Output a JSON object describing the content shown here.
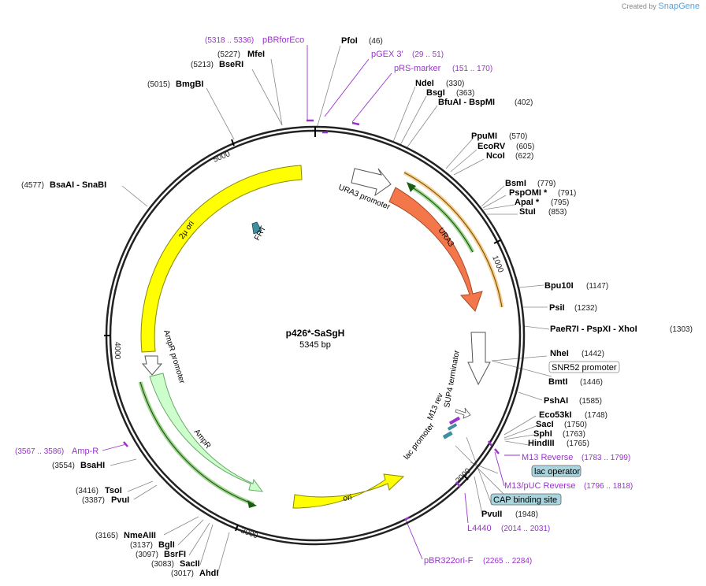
{
  "credit": {
    "prefix": "Created by",
    "brand": "SnapGene"
  },
  "plasmid": {
    "name": "p426*-SaSgH",
    "size_label": "5345 bp"
  },
  "ticks": [
    "1000",
    "2000",
    "3000",
    "4000",
    "5000"
  ],
  "enzymes": [
    {
      "name": "PfoI",
      "pos": "(46)"
    },
    {
      "name": "MfeI",
      "pos": "(5227)"
    },
    {
      "name": "BseRI",
      "pos": "(5213)"
    },
    {
      "name": "BmgBI",
      "pos": "(5015)"
    },
    {
      "name": "NdeI",
      "pos": "(330)"
    },
    {
      "name": "BsgI",
      "pos": "(363)"
    },
    {
      "name": "BfuAI - BspMI",
      "pos": "(402)"
    },
    {
      "name": "PpuMI",
      "pos": "(570)"
    },
    {
      "name": "EcoRV",
      "pos": "(605)"
    },
    {
      "name": "NcoI",
      "pos": "(622)"
    },
    {
      "name": "BsmI",
      "pos": "(779)"
    },
    {
      "name": "PspOMI *",
      "pos": "(791)"
    },
    {
      "name": "ApaI *",
      "pos": "(795)"
    },
    {
      "name": "StuI",
      "pos": "(853)"
    },
    {
      "name": "Bpu10I",
      "pos": "(1147)"
    },
    {
      "name": "PsiI",
      "pos": "(1232)"
    },
    {
      "name": "PaeR7I - PspXI - XhoI",
      "pos": "(1303)"
    },
    {
      "name": "NheI",
      "pos": "(1442)"
    },
    {
      "name": "BmtI",
      "pos": "(1446)"
    },
    {
      "name": "PshAI",
      "pos": "(1585)"
    },
    {
      "name": "Eco53kI",
      "pos": "(1748)"
    },
    {
      "name": "SacI",
      "pos": "(1750)"
    },
    {
      "name": "SphI",
      "pos": "(1763)"
    },
    {
      "name": "HindIII",
      "pos": "(1765)"
    },
    {
      "name": "PvuII",
      "pos": "(1948)"
    },
    {
      "name": "BsaAI - SnaBI",
      "pos": "(4577)"
    },
    {
      "name": "BsaHI",
      "pos": "(3554)"
    },
    {
      "name": "TsoI",
      "pos": "(3416)"
    },
    {
      "name": "PvuI",
      "pos": "(3387)"
    },
    {
      "name": "NmeAIII",
      "pos": "(3165)"
    },
    {
      "name": "BglI",
      "pos": "(3137)"
    },
    {
      "name": "BsrFI",
      "pos": "(3097)"
    },
    {
      "name": "SacII",
      "pos": "(3083)"
    },
    {
      "name": "AhdI",
      "pos": "(3017)"
    }
  ],
  "primers": [
    {
      "name": "pBRforEco",
      "range": "(5318 .. 5336)"
    },
    {
      "name": "pGEX 3'",
      "range": "(29 .. 51)"
    },
    {
      "name": "pRS-marker",
      "range": "(151 .. 170)"
    },
    {
      "name": "M13 Reverse",
      "range": "(1783 .. 1799)"
    },
    {
      "name": "M13/pUC Reverse",
      "range": "(1796 .. 1818)"
    },
    {
      "name": "L4440",
      "range": "(2014 .. 2031)"
    },
    {
      "name": "pBR322ori-F",
      "range": "(2265 .. 2284)"
    },
    {
      "name": "Amp-R",
      "range": "(3567 .. 3586)"
    }
  ],
  "boxed_features": [
    "SNR52 promoter",
    "lac operator",
    "CAP binding site"
  ],
  "features": {
    "ura3_promoter": "URA3 promoter",
    "ura3": "URA3",
    "sup4": "SUP4 terminator",
    "m13rev": "M13 rev",
    "lac_promoter": "lac promoter",
    "ori": "ori",
    "ampr": "AmpR",
    "ampr_promoter": "AmpR promoter",
    "two_micron": "2μ ori",
    "frt": "FRT"
  },
  "colors": {
    "backbone": "#222222",
    "primer": "#9933cc",
    "two_micron": "#ffff00",
    "ori": "#ffff00",
    "ura3": "#f4774b",
    "ampr": "#ccffcc",
    "promoter": "#ffffff",
    "frt": "#3f8fa1",
    "box_fill": "#a9d5de",
    "orange_primer": "#f0a030",
    "green_primer": "#44aa22"
  }
}
